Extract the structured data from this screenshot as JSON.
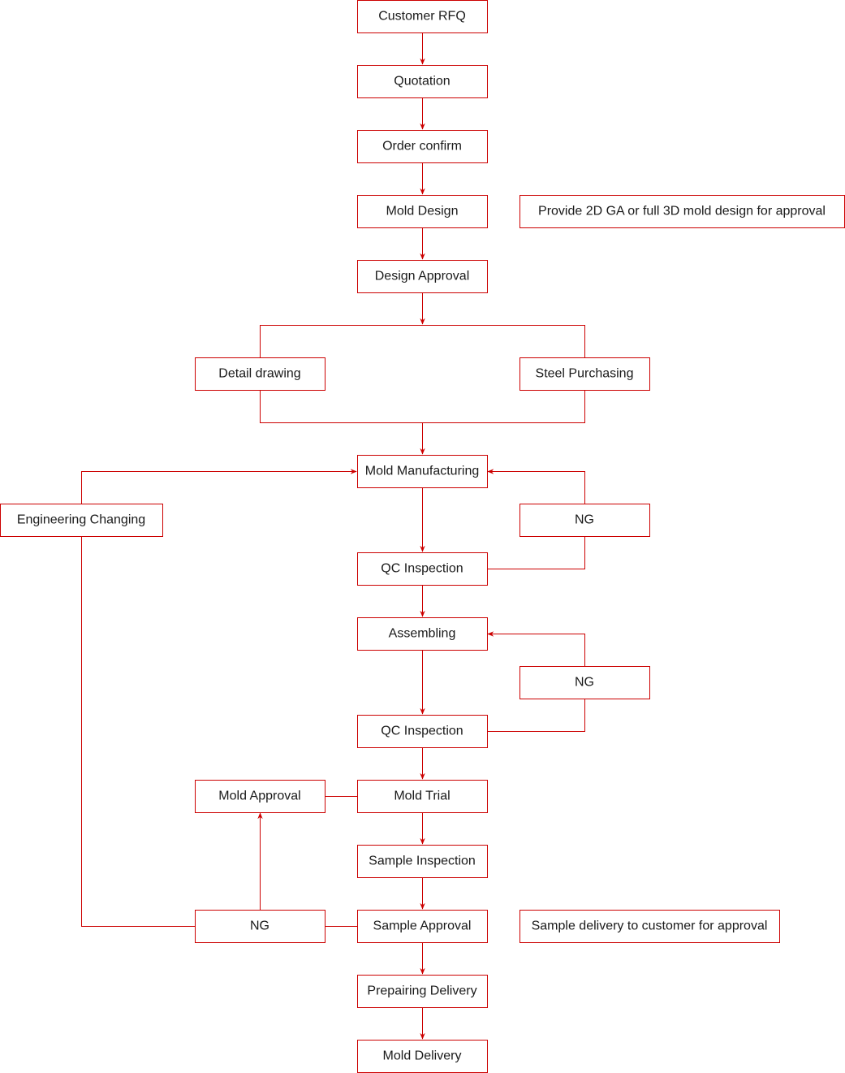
{
  "colors": {
    "stroke": "#cc0000",
    "text": "#1a1a1a"
  },
  "nodes": {
    "customer_rfq": "Customer RFQ",
    "quotation": "Quotation",
    "order_confirm": "Order confirm",
    "mold_design": "Mold Design",
    "mold_design_note": "Provide 2D GA or full 3D mold design for approval",
    "design_approval": "Design Approval",
    "detail_drawing": "Detail drawing",
    "steel_purchasing": "Steel Purchasing",
    "mold_manufacturing": "Mold Manufacturing",
    "engineering_changing": "Engineering Changing",
    "ng_1": "NG",
    "qc_inspection_1": "QC Inspection",
    "assembling": "Assembling",
    "ng_2": "NG",
    "qc_inspection_2": "QC Inspection",
    "mold_approval": "Mold Approval",
    "mold_trial": "Mold Trial",
    "sample_inspection": "Sample Inspection",
    "ng_3": "NG",
    "sample_approval": "Sample Approval",
    "sample_approval_note": "Sample delivery to customer for approval",
    "prepairing_delivery": "Prepairing Delivery",
    "mold_delivery": "Mold Delivery"
  }
}
